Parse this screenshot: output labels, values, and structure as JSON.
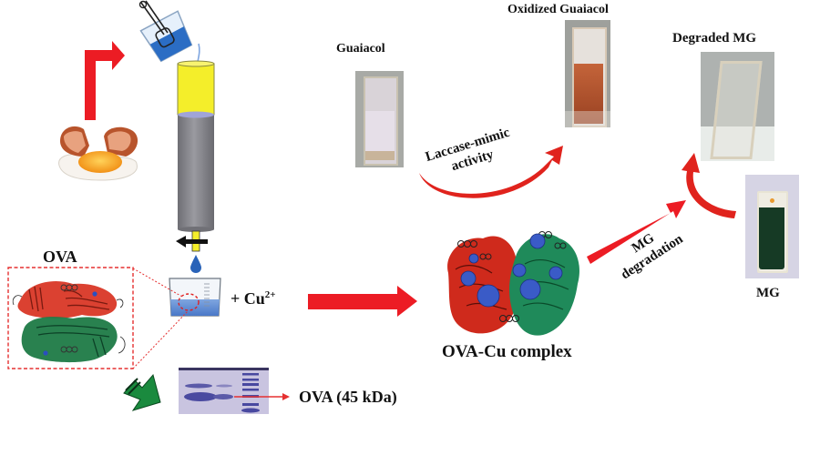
{
  "figure": {
    "labels": {
      "guaiacol": "Guaiacol",
      "oxidized_guaiacol": "Oxidized Guaiacol",
      "degraded_mg": "Degraded MG",
      "mg": "MG",
      "ova": "OVA",
      "cu_prefix": "+ Cu",
      "cu_charge": "2+",
      "ova_cu_complex": "OVA-Cu complex",
      "ova_band": "OVA (45 kDa)",
      "laccase_line1": "Laccase-mimic",
      "laccase_line2": "activity",
      "mg_deg_line1": "MG",
      "mg_deg_line2": "degradation"
    },
    "colors": {
      "arrow_red": "#ec1c24",
      "arrow_green": "#1a8a3e",
      "protein_red": "#d42a1e",
      "protein_green": "#1f8a5a",
      "copper_blue": "#3a5bc7",
      "column_yellow": "#f4ee2a",
      "column_grey": "#8a8a90",
      "buffer_blue": "#3b6fd1",
      "oxidized_brown": "#b5552c",
      "mg_green": "#163a25",
      "gel_purple": "#5b5aa8"
    }
  }
}
